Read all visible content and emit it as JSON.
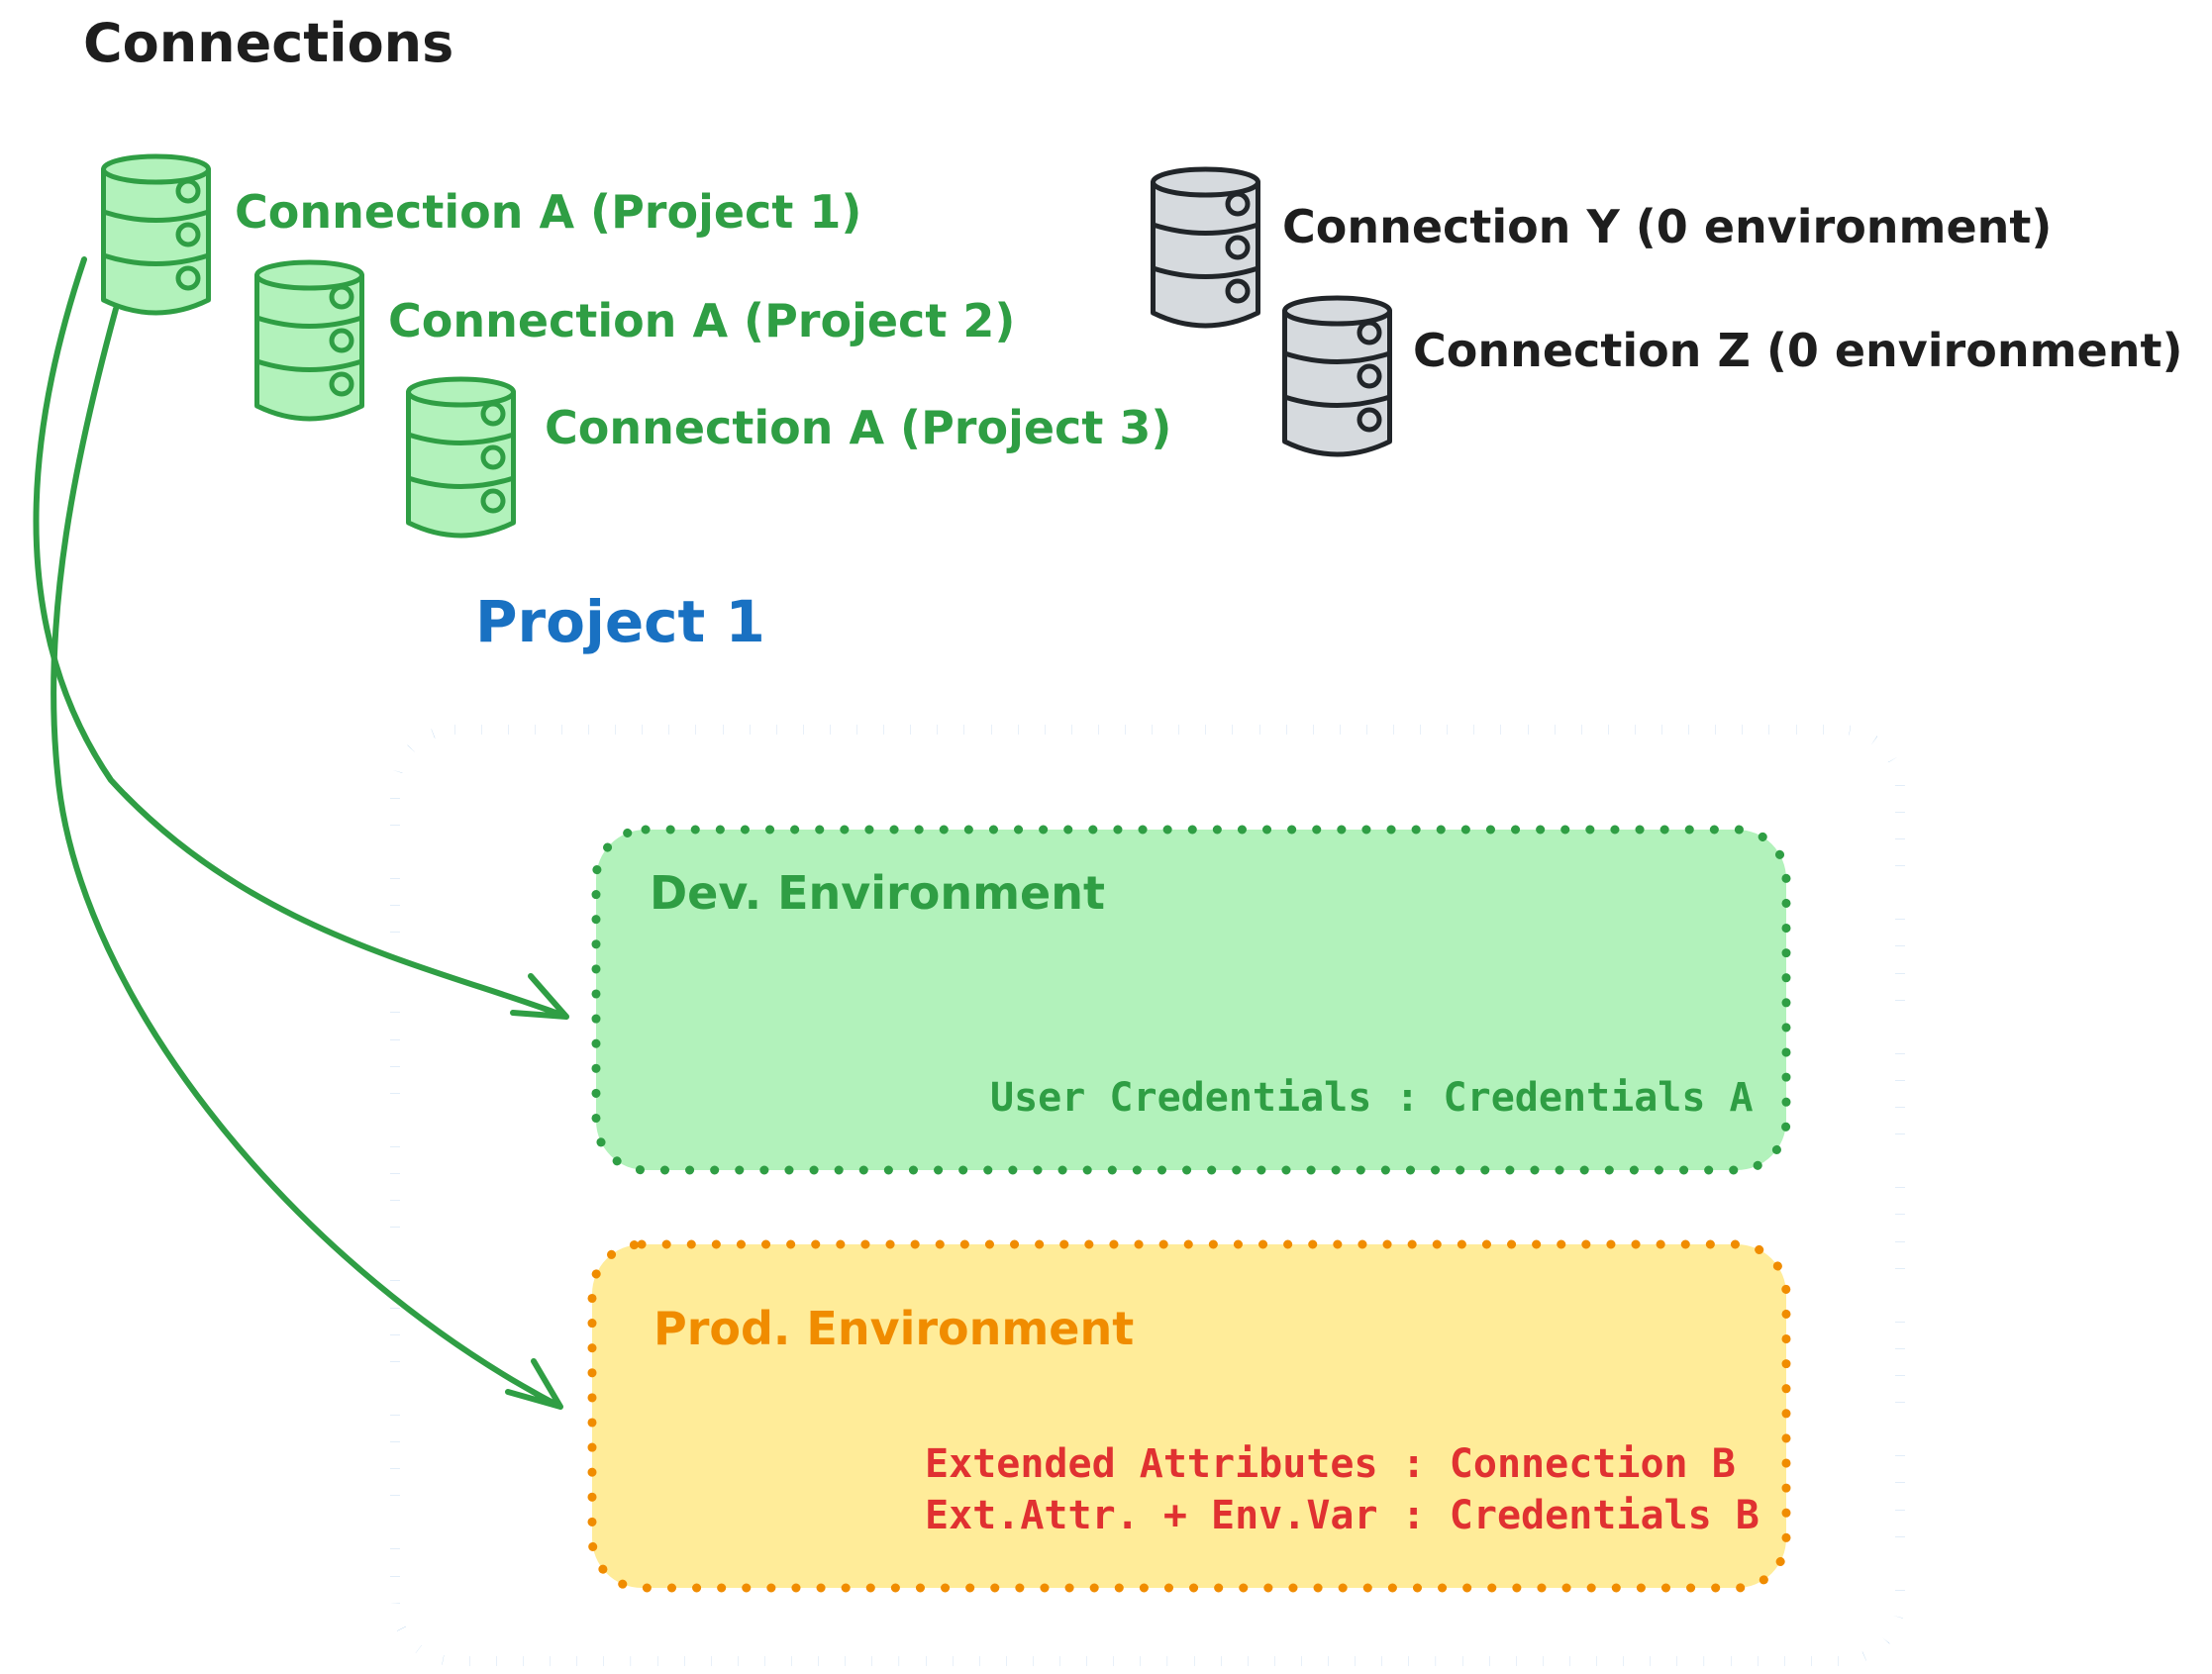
{
  "title": "Connections",
  "connection_list": {
    "project_a": [
      {
        "label": "Connection A (Project 1)"
      },
      {
        "label": "Connection A (Project 2)"
      },
      {
        "label": "Connection A (Project 3)"
      }
    ],
    "standalone": [
      {
        "label": "Connection Y (0 environment)"
      },
      {
        "label": "Connection Z (0 environment)"
      }
    ]
  },
  "project": {
    "title": "Project 1",
    "dev": {
      "title": "Dev. Environment",
      "mapping": "User Credentials : Credentials A"
    },
    "prod": {
      "title": "Prod. Environment",
      "mapping_1": "Extended Attributes : Connection B",
      "mapping_2": "Ext.Attr. + Env.Var : Credentials B"
    }
  },
  "icons": {
    "database": "database-icon",
    "arrow": "curved-arrow-icon"
  },
  "colors": {
    "black": "#1e1e1e",
    "blue": "#1971c2",
    "green_stroke": "#2f9e44",
    "green_fill": "#b2f2bb",
    "orange_stroke": "#f08c00",
    "orange_fill": "#ffec99",
    "red": "#e03131",
    "gray_fill": "#d6dade",
    "gray_stroke": "#212529"
  }
}
